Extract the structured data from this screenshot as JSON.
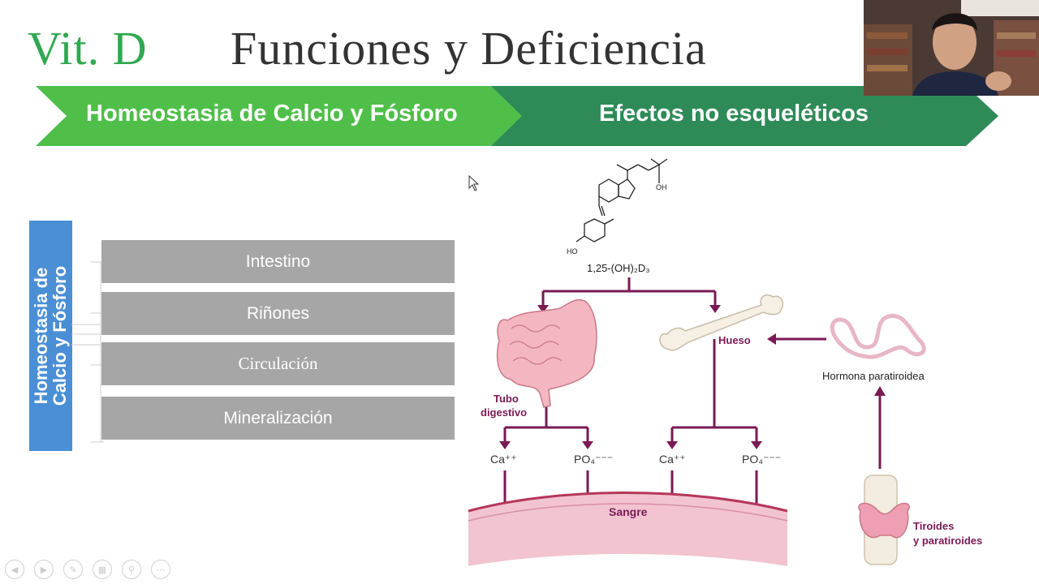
{
  "header": {
    "vit_label": "Vit. D",
    "title": "Funciones y Deficiencia"
  },
  "banner": {
    "left_label": "Homeostasia de Calcio y Fósforo",
    "right_label": "Efectos no esqueléticos"
  },
  "sidebar": {
    "line1": "Homeostasia de",
    "line2": "Calcio y Fósforo"
  },
  "items": [
    {
      "label": "Intestino"
    },
    {
      "label": "Riñones"
    },
    {
      "label": "Circulación"
    },
    {
      "label": "Mineralización"
    }
  ],
  "diagram": {
    "molecule_oh_top": "OH",
    "molecule_ho_bottom": "HO",
    "compound_label": "1,25-(OH)₂D₃",
    "bone_label": "Hueso",
    "pth_label": "Hormona paratiroidea",
    "gut_label_line1": "Tubo",
    "gut_label_line2": "digestivo",
    "ions": [
      "Ca⁺⁺",
      "PO₄⁻⁻⁻",
      "Ca⁺⁺",
      "PO₄⁻⁻⁻"
    ],
    "blood_label": "Sangre",
    "thyroid_line1": "Tiroides",
    "thyroid_line2": "y paratiroides"
  },
  "colors": {
    "vit_green": "#2fa84f",
    "banner_left": "#4fbf4a",
    "banner_right": "#2e8b57",
    "sidebar_blue": "#4a8fd6",
    "item_gray": "#a6a6a6",
    "arrow_purple": "#7a1a55",
    "blood_pink": "#f2c4d0"
  },
  "webcam": {
    "description_icon": "presenter-video-icon"
  },
  "nav": {
    "icons": [
      "prev-icon",
      "next-icon",
      "pen-icon",
      "slides-icon",
      "zoom-icon",
      "more-icon"
    ]
  }
}
